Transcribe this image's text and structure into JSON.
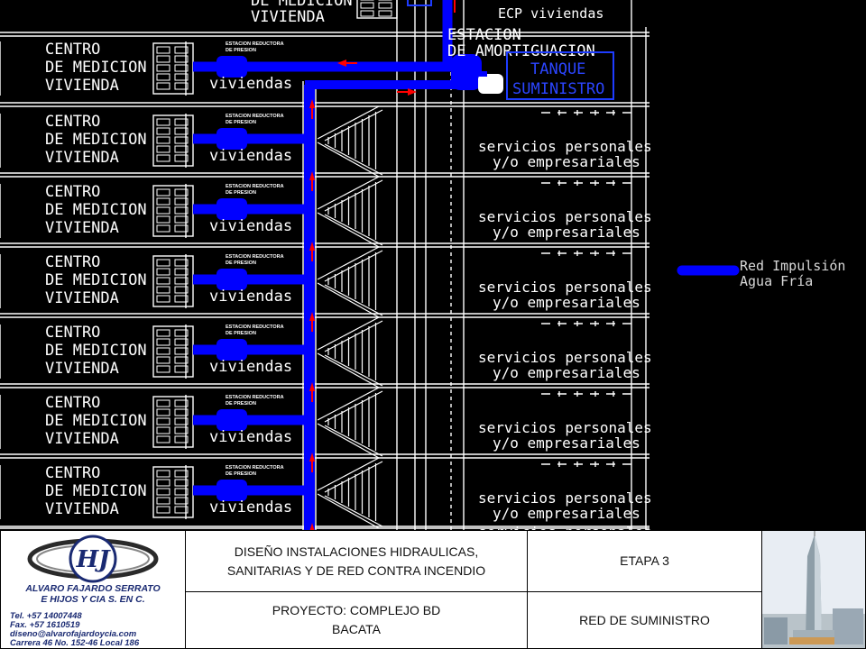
{
  "diagram": {
    "meter_label_lines": [
      "CENTRO",
      "DE MEDICION",
      "VIVIENDA"
    ],
    "top_meter_partial": [
      "DE MEDICION",
      "VIVIENDA"
    ],
    "small_station_lines": [
      "ESTACION REDUCTORA",
      "DE PRESION"
    ],
    "viviendas_label": "viviendas",
    "ecp_label": "ECP viviendas",
    "damping_station": [
      "ESTACION",
      "DE AMORTIGUACION"
    ],
    "tank": [
      "TANQUE",
      "SUMINISTRO"
    ],
    "services_lines": [
      "servicios personales",
      "y/o empresariales"
    ],
    "legend_label": [
      "Red Impulsión",
      "Agua Fría"
    ],
    "colors": {
      "pipe": "#0000ff",
      "flow_arrow": "#ff0000",
      "structure": "#ffffff",
      "tank_outline": "#1e3cff",
      "legend_text": "#d8d8d8"
    }
  },
  "title_block": {
    "company_name": "ALVARO FAJARDO SERRATO",
    "company_sub": "E HIJOS Y CIA S. EN C.",
    "tel": "Tel. +57 14007448",
    "fax": "Fax. +57 1610519",
    "email": "diseno@alvarofajardoycia.com",
    "address": "Carrera 46 No. 152-46 Local 186",
    "design_line1": "DISEÑO INSTALACIONES HIDRAULICAS,",
    "design_line2": "SANITARIAS Y DE RED CONTRA INCENDIO",
    "project_line1": "PROYECTO: COMPLEJO BD",
    "project_line2": "BACATA",
    "stage": "ETAPA 3",
    "network": "RED DE SUMINISTRO"
  }
}
